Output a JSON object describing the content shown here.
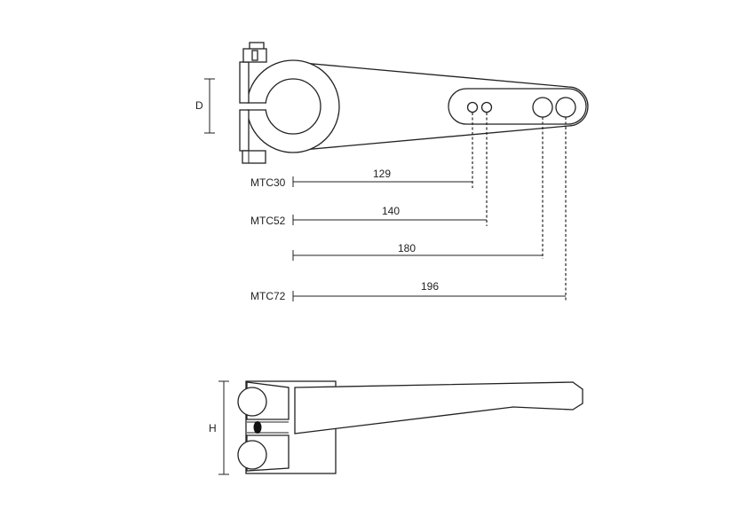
{
  "colors": {
    "line": "#222222",
    "background": "#ffffff"
  },
  "top_view": {
    "dim_label": "D"
  },
  "dimensions": [
    {
      "model": "MTC30",
      "value": "129"
    },
    {
      "model": "MTC52",
      "value": "140"
    },
    {
      "model": "",
      "value": "180"
    },
    {
      "model": "MTC72",
      "value": "196"
    }
  ],
  "side_view": {
    "dim_label": "H"
  }
}
